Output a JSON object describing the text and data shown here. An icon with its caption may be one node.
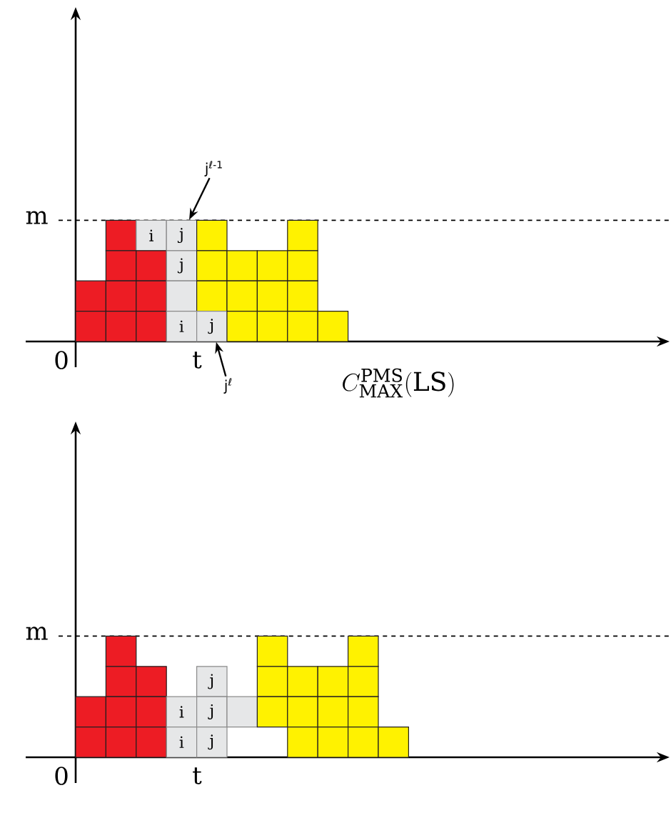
{
  "diagram": {
    "nodes": [
      {
        "text": [
          "j$^{ℓ-1}$"
        ]
      },
      {
        "text": [],
        "shape": "box"
      },
      {
        "text": [
          "i"
        ]
      },
      {
        "text": [
          "j"
        ]
      },
      {
        "text": [],
        "shape": "box"
      },
      {
        "text": [],
        "shape": "box"
      },
      {
        "text": [],
        "shape": "box"
      },
      {
        "text": [],
        "shape": "box"
      },
      {
        "text": [
          "j"
        ]
      },
      {
        "text": [],
        "shape": "box"
      },
      {
        "text": [],
        "shape": "box"
      },
      {
        "text": [],
        "shape": "box"
      },
      {
        "text": [],
        "shape": "box"
      },
      {
        "text": [],
        "shape": "box"
      },
      {
        "text": [],
        "shape": "box"
      },
      {
        "text": [],
        "shape": "box"
      },
      {
        "text": [],
        "shape": "box"
      },
      {
        "text": [],
        "shape": "box"
      },
      {
        "text": [],
        "shape": "box"
      },
      {
        "text": [],
        "shape": "box"
      },
      {
        "text": [],
        "shape": "box"
      },
      {
        "text": [],
        "shape": "box"
      },
      {
        "text": [],
        "shape": "box"
      },
      {
        "text": [],
        "shape": "box"
      },
      {
        "text": [
          "i"
        ]
      },
      {
        "text": [
          "j"
        ]
      },
      {
        "text": [],
        "shape": "box"
      },
      {
        "text": [],
        "shape": "box"
      },
      {
        "text": [],
        "shape": "box"
      },
      {
        "text": [],
        "shape": "box"
      },
      {
        "text": [
          "j$^{ℓ}$"
        ]
      },
      {
        "text": [],
        "shape": "box"
      },
      {
        "text": [],
        "shape": "box"
      },
      {
        "text": [],
        "shape": "box"
      },
      {
        "text": [],
        "shape": "box"
      },
      {
        "text": [],
        "shape": "box"
      },
      {
        "text": [
          "j"
        ]
      },
      {
        "text": [],
        "shape": "box"
      },
      {
        "text": [],
        "shape": "box"
      },
      {
        "text": [],
        "shape": "box"
      },
      {
        "text": [],
        "shape": "box"
      },
      {
        "text": [],
        "shape": "box"
      },
      {
        "text": [],
        "shape": "box"
      },
      {
        "text": [],
        "shape": "box"
      },
      {
        "text": [
          "i"
        ]
      },
      {
        "text": [
          "j"
        ]
      },
      {
        "text": [],
        "shape": "box"
      },
      {
        "text": [],
        "shape": "box"
      },
      {
        "text": [],
        "shape": "box"
      },
      {
        "text": [],
        "shape": "box"
      },
      {
        "text": [],
        "shape": "box"
      },
      {
        "text": [],
        "shape": "box"
      },
      {
        "text": [],
        "shape": "box"
      },
      {
        "text": [],
        "shape": "box"
      },
      {
        "text": [
          "i"
        ]
      },
      {
        "text": [
          "j"
        ]
      },
      {
        "text": [],
        "shape": "box"
      },
      {
        "text": [],
        "shape": "box"
      },
      {
        "text": [],
        "shape": "box"
      },
      {
        "text": [],
        "shape": "box"
      }
    ],
    "edges": [
      {
        "from": 0,
        "to": 3,
        "arrow": "to"
      },
      {
        "from": 30,
        "to": 25,
        "arrow": "to"
      }
    ],
    "labels": [
      "m",
      "0",
      "t",
      "C^{\\mathrm{PMS}}_{\\mathrm{MAX}}(\\mathrm{LS})",
      "m",
      "0",
      "t"
    ]
  }
}
